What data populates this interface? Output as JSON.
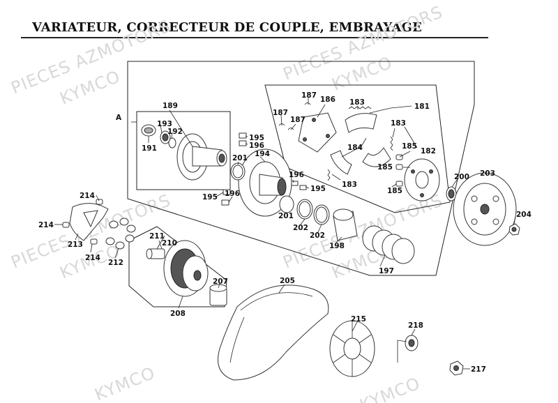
{
  "title": "VARIATEUR, CORRECTEUR DE COUPLE, EMBRAYAGE",
  "watermark": {
    "line1": "PIECES AZMOTORS",
    "line2": "KYMCO"
  },
  "assembly_marker": "A",
  "part_labels": {
    "p181": "181",
    "p182": "182",
    "p183a": "183",
    "p183b": "183",
    "p183c": "183",
    "p184": "184",
    "p185a": "185",
    "p185b": "185",
    "p185c": "185",
    "p186": "186",
    "p187a": "187",
    "p187b": "187",
    "p187c": "187",
    "p189": "189",
    "p191": "191",
    "p192": "192",
    "p193": "193",
    "p194": "194",
    "p195a": "195",
    "p195b": "195",
    "p195c": "195",
    "p196a": "196",
    "p196b": "196",
    "p196c": "196",
    "p197": "197",
    "p198": "198",
    "p200": "200",
    "p201a": "201",
    "p201b": "201",
    "p202a": "202",
    "p202b": "202",
    "p203": "203",
    "p204": "204",
    "p205": "205",
    "p207": "207",
    "p208": "208",
    "p210": "210",
    "p211": "211",
    "p212": "212",
    "p213": "213",
    "p214a": "214",
    "p214b": "214",
    "p214c": "214",
    "p215": "215",
    "p217": "217",
    "p218": "218"
  },
  "colors": {
    "line": "#222222",
    "watermark": "#d8d8d8",
    "background": "#ffffff"
  }
}
